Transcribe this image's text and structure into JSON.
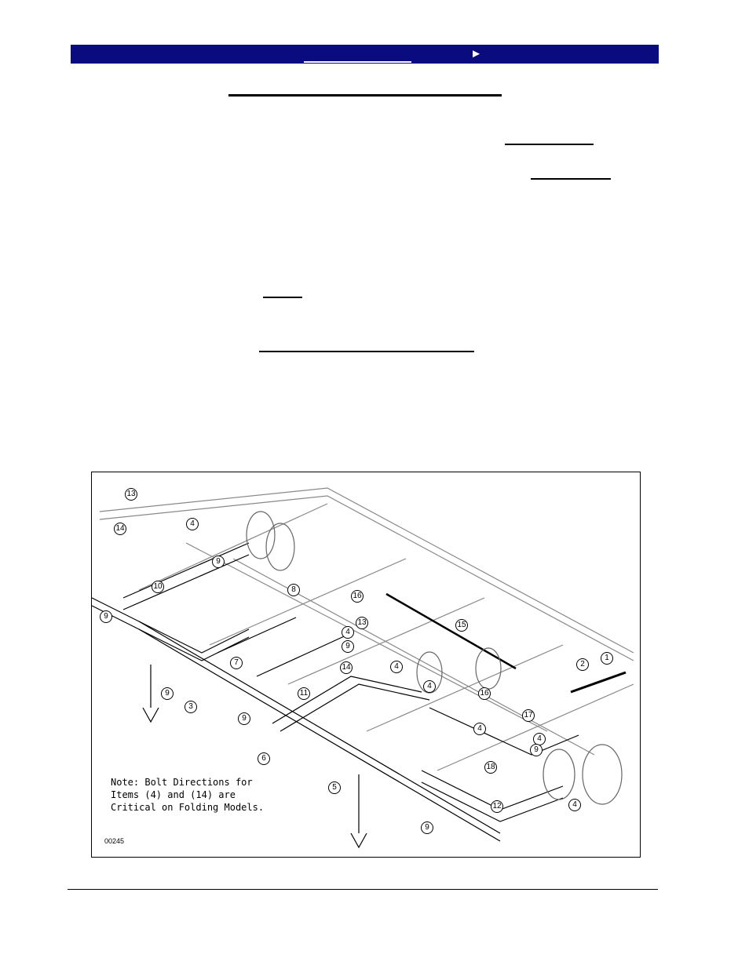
{
  "nav": {
    "label": "►"
  },
  "figure": {
    "note": "Note: Bolt Directions for\nItems (4) and (14) are\nCritical on Folding Models.",
    "figure_id": "00245",
    "callouts": [
      "13",
      "14",
      "4",
      "9",
      "10",
      "9",
      "8",
      "16",
      "13",
      "15",
      "4",
      "9",
      "14",
      "4",
      "7",
      "11",
      "9",
      "3",
      "9",
      "2",
      "1",
      "16",
      "4",
      "6",
      "4",
      "17",
      "4",
      "9",
      "18",
      "5",
      "12",
      "4",
      "9"
    ]
  }
}
